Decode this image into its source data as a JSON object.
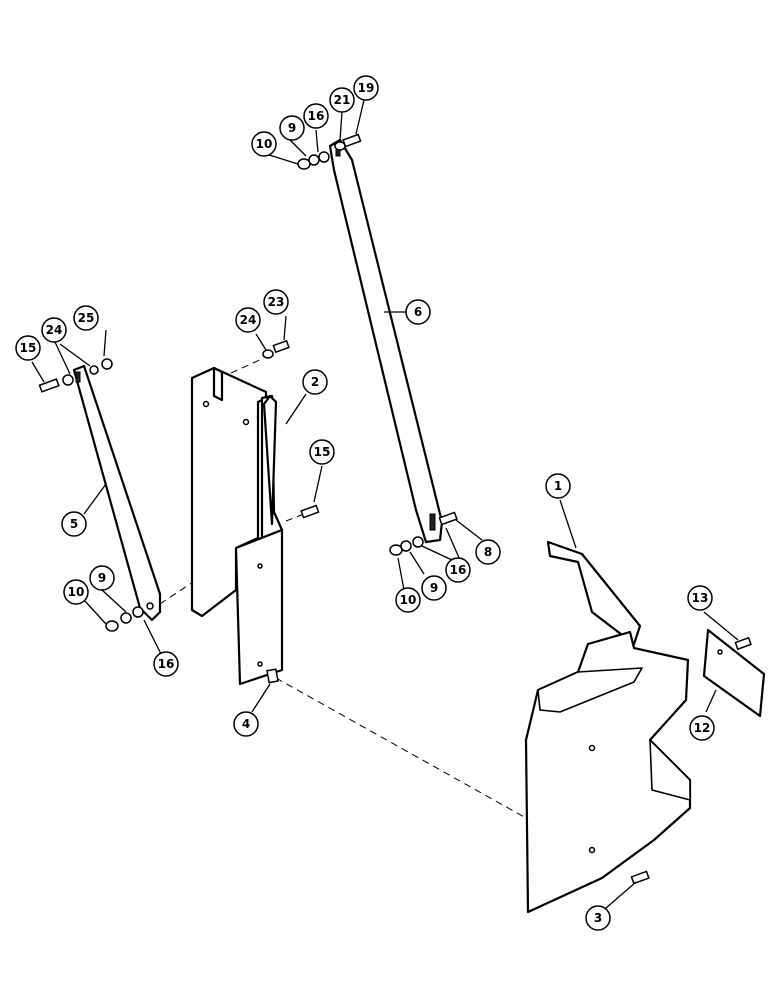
{
  "callouts": [
    {
      "id": "c1",
      "label": "1"
    },
    {
      "id": "c2",
      "label": "2"
    },
    {
      "id": "c3",
      "label": "3"
    },
    {
      "id": "c4",
      "label": "4"
    },
    {
      "id": "c5",
      "label": "5"
    },
    {
      "id": "c6",
      "label": "6"
    },
    {
      "id": "c8",
      "label": "8"
    },
    {
      "id": "c9a",
      "label": "9"
    },
    {
      "id": "c9b",
      "label": "9"
    },
    {
      "id": "c9c",
      "label": "9"
    },
    {
      "id": "c10a",
      "label": "10"
    },
    {
      "id": "c10b",
      "label": "10"
    },
    {
      "id": "c10c",
      "label": "10"
    },
    {
      "id": "c12",
      "label": "12"
    },
    {
      "id": "c13",
      "label": "13"
    },
    {
      "id": "c15a",
      "label": "15"
    },
    {
      "id": "c15b",
      "label": "15"
    },
    {
      "id": "c16a",
      "label": "16"
    },
    {
      "id": "c16b",
      "label": "16"
    },
    {
      "id": "c16c",
      "label": "16"
    },
    {
      "id": "c19",
      "label": "19"
    },
    {
      "id": "c21",
      "label": "21"
    },
    {
      "id": "c23",
      "label": "23"
    },
    {
      "id": "c24a",
      "label": "24"
    },
    {
      "id": "c24b",
      "label": "24"
    },
    {
      "id": "c25",
      "label": "25"
    }
  ]
}
